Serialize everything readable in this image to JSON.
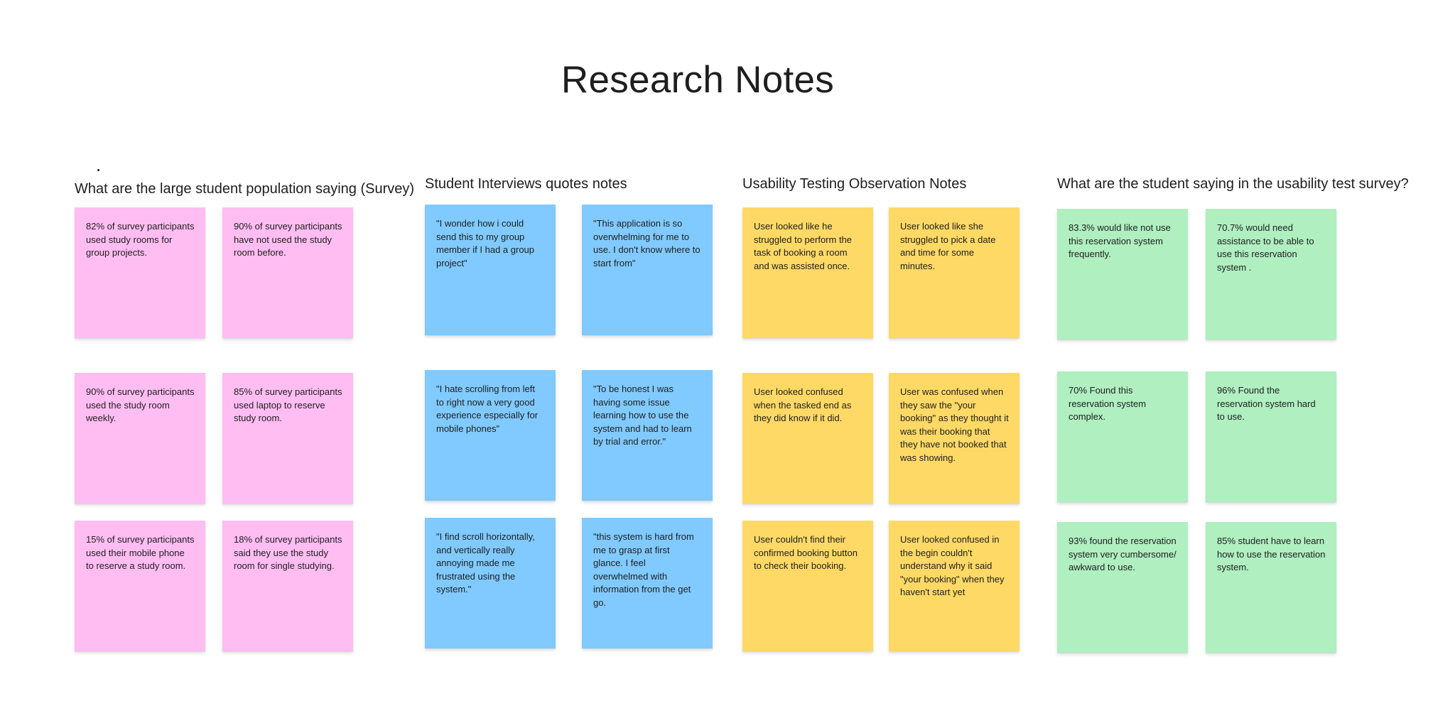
{
  "board": {
    "title": "Research Notes",
    "stray_mark": "."
  },
  "colors": {
    "pink": "#ffbdf2",
    "blue": "#80caff",
    "yellow": "#ffd966",
    "green": "#afefc0"
  },
  "sections": [
    {
      "heading": "What are the large student population saying (Survey)",
      "color": "pink",
      "notes": [
        "82% of survey participants used study rooms for group projects.",
        "90% of survey participants have not used the study room before.",
        "90% of survey participants used the study room weekly.",
        "85% of survey participants used laptop to reserve study room.",
        "15%  of survey participants used their mobile phone to reserve a study room.",
        "18% of survey participants said they use the study room for single studying."
      ]
    },
    {
      "heading": "Student Interviews quotes notes",
      "color": "blue",
      "notes": [
        "\"I wonder how i could send this to my group member if I had a group project\"",
        "\"This application is so overwhelming for me to use. I don't know where to start from\"",
        "\"I hate scrolling from left to right now a very good experience especially for mobile phones\"",
        "\"To be honest I was having some issue learning how to use the system and had to learn by trial and error.\"",
        "\"I find scroll horizontally, and vertically really annoying made me frustrated using the system.\"",
        "\"this system is hard from me to grasp at first glance. I feel overwhelmed with information from the get go."
      ]
    },
    {
      "heading": "Usability Testing Observation Notes",
      "color": "yellow",
      "notes": [
        "User looked like he struggled to perform the task of booking a room and was assisted once.",
        "User looked like she struggled to pick a date and time for some minutes.",
        "User looked confused when the tasked end as they did know if it did.",
        "User was confused when they saw the \"your booking\" as they thought it was their booking that they have not booked that was showing.",
        "User couldn't find their confirmed booking button to check their booking.",
        "User looked confused in the begin couldn't understand why it said \"your booking\" when they haven't start yet"
      ]
    },
    {
      "heading": "What are the student saying in the usability test survey?",
      "color": "green",
      "notes": [
        "83.3% would like not use this reservation system frequently.",
        "70.7% would need assistance to be able to use this reservation system .",
        "70% Found this reservation system complex.",
        "96% Found the reservation system hard to use.",
        "93% found the reservation system very cumbersome/ awkward to use.",
        "85% student have to learn how to use the reservation system."
      ]
    }
  ]
}
